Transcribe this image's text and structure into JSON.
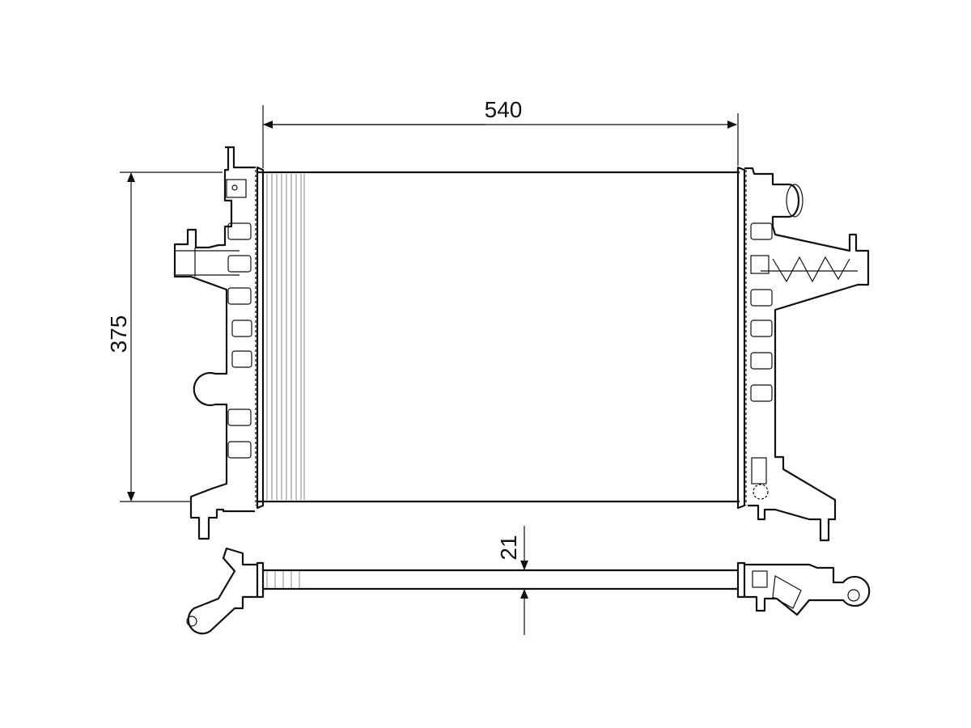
{
  "drawing": {
    "subject": "radiator",
    "dimensions": {
      "width": "540",
      "height": "375",
      "depth": "21"
    }
  }
}
